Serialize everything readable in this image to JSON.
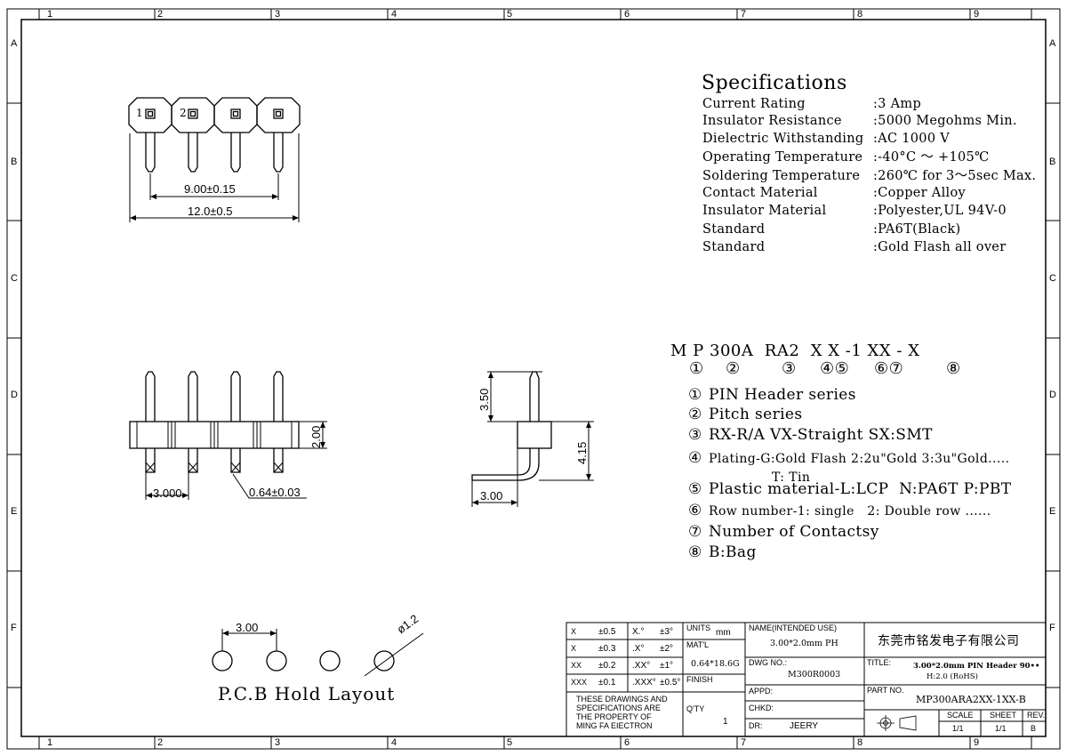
{
  "frame": {
    "col_labels": [
      "1",
      "2",
      "3",
      "4",
      "5",
      "6",
      "7",
      "8",
      "9"
    ],
    "row_labels": [
      "A",
      "B",
      "C",
      "D",
      "E",
      "F"
    ]
  },
  "specifications": {
    "title": "Specifications",
    "rows": [
      {
        "label": "Current Rating",
        "value": ":3 Amp"
      },
      {
        "label": "Insulator Resistance",
        "value": ":5000 Megohms Min."
      },
      {
        "label": "Dielectric Withstanding",
        "value": ":AC 1000 V"
      },
      {
        "label": "Operating Temperature",
        "value": ":-40°C ～ +105℃"
      },
      {
        "label": "Soldering Temperature",
        "value": ":260℃ for 3～5sec Max."
      },
      {
        "label": "Contact Material",
        "value": ":Copper Alloy"
      },
      {
        "label": "Insulator Material",
        "value": ":Polyester,UL 94V-0"
      },
      {
        "label": "Standard",
        "value": ":PA6T(Black)"
      },
      {
        "label": "Standard",
        "value": ":Gold Flash all over"
      }
    ]
  },
  "part_code": {
    "line": "M P 300A  RA2  X X -1 XX - X",
    "markers": [
      "①",
      "②",
      "③",
      "④⑤",
      "⑥⑦",
      "⑧"
    ],
    "legend": [
      {
        "num": "①",
        "text": "PIN Header series"
      },
      {
        "num": "②",
        "text": "Pitch series"
      },
      {
        "num": "③",
        "text": "RX-R/A VX-Straight SX:SMT"
      },
      {
        "num": "④",
        "text": "Plating-G:Gold Flash 2:2u\"Gold 3:3u\"Gold....."
      },
      {
        "num": "",
        "text": "T: Tin"
      },
      {
        "num": "⑤",
        "text": "Plastic material-L:LCP  N:PA6T P:PBT"
      },
      {
        "num": "⑥",
        "text": "Row number-1: single   2: Double row ......"
      },
      {
        "num": "⑦",
        "text": "Number of Contactsy"
      },
      {
        "num": "⑧",
        "text": "B:Bag"
      }
    ]
  },
  "top_view": {
    "pin_labels": [
      "1",
      "2"
    ],
    "dim_pitch": "9.00±0.15",
    "dim_total": "12.0±0.5"
  },
  "front_view": {
    "dim_height": "2.00",
    "dim_pitch": "3.000",
    "dim_pin": "0.64±0.03"
  },
  "side_view": {
    "dim_top": "3.50",
    "dim_right": "4.15",
    "dim_bottom": "3.00"
  },
  "pcb_layout": {
    "dim_spacing": "3.00",
    "dim_hole": "ø1.2",
    "title": "P.C.B Hold Layout"
  },
  "title_block": {
    "tolerances": [
      {
        "a": "X",
        "b": "±0.5",
        "c": "X.°",
        "d": "±3°"
      },
      {
        "a": "X",
        "b": "±0.3",
        "c": ".X°",
        "d": "±2°"
      },
      {
        "a": "XX",
        "b": "±0.2",
        "c": ".XX°",
        "d": "±1°"
      },
      {
        "a": "XXX",
        "b": "±0.1",
        "c": ".XXX°",
        "d": "±0.5°"
      }
    ],
    "notice": [
      "THESE DRAWINGS AND",
      "SPECIFICATIONS ARE",
      "THE PROPERTY OF",
      "MING FA EIECTRON"
    ],
    "units_label": "UNITS",
    "units_value": "mm",
    "matl_label": "MAT'L",
    "matl_value": "0.64*18.6G",
    "finish_label": "FINISH",
    "qty_label": "Q'TY",
    "qty_value": "1",
    "name_label": "NAME(INTENDED USE)",
    "name_value": "3.00*2.0mm PH",
    "dwg_label": "DWG NO.:",
    "dwg_value": "M300R0003",
    "appd_label": "APPD:",
    "chkd_label": "CHKD:",
    "dr_label": "DR:",
    "dr_value": "JEERY",
    "company": "东莞市铭发电子有限公司",
    "title_label": "TITLE:",
    "title_value": "3.00*2.0mm PIN Header 90••",
    "title_sub": "H:2.0 (RoHS)",
    "partno_label": "PART NO.",
    "partno_value": "MP300ARA2XX-1XX-B",
    "scale_label": "SCALE",
    "scale_value": "1/1",
    "sheet_label": "SHEET",
    "sheet_value": "1/1",
    "rev_label": "REV.",
    "rev_value": "B"
  }
}
